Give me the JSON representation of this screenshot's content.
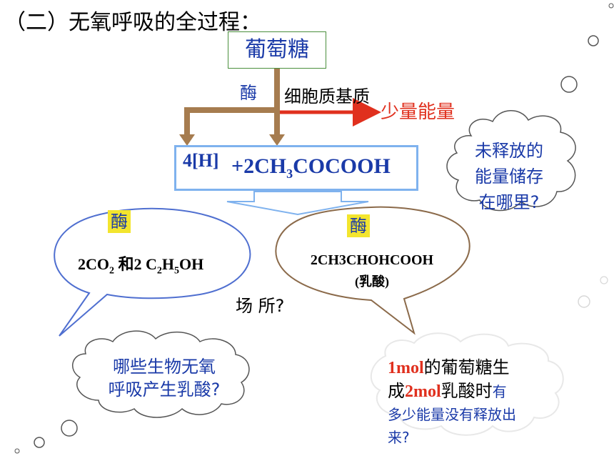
{
  "title": "（二）无氧呼吸的全过程：",
  "glucose": "葡萄糖",
  "enzyme_top": "酶",
  "site": "细胞质基质",
  "energy": "少量能量",
  "hydrogen": "4[H]",
  "pyruvate": {
    "prefix": "+2CH",
    "sub": "3",
    "suffix": "COCOOH"
  },
  "enzyme_left": "酶",
  "enzyme_right": "酶",
  "alcohol_product": {
    "co2": "2CO",
    "co2_sub": "2",
    "and": " 和2 ",
    "c": "C",
    "c_sub": "2",
    "h": "H",
    "h_sub": "5",
    "oh": "OH"
  },
  "lactic_product": {
    "formula": "2CH3CHOHCOOH",
    "name": "(乳酸)"
  },
  "place_question": "场 所?",
  "question_energy": [
    "未释放的",
    "能量储存",
    "在哪里?"
  ],
  "question_organisms": [
    "哪些生物无氧",
    "呼吸产生乳酸?"
  ],
  "calc_question": {
    "p1": "1mol",
    "p2": "的葡萄糖生",
    "p3": "成",
    "p4": "2mol",
    "p5": "乳酸时",
    "p6": "有",
    "p7": "多少能量没有释放出",
    "p8": "来?"
  },
  "colors": {
    "arrow_brown": "#a67c4f",
    "energy_red": "#e0301e",
    "text_blue": "#1a3aa8",
    "badge_yellow": "#f3e52e",
    "box_blue": "#7fb2ee",
    "box_green": "#4a8f3c",
    "bubble_brown": "#8b6a4a",
    "bubble_blue": "#4f6fd0"
  }
}
